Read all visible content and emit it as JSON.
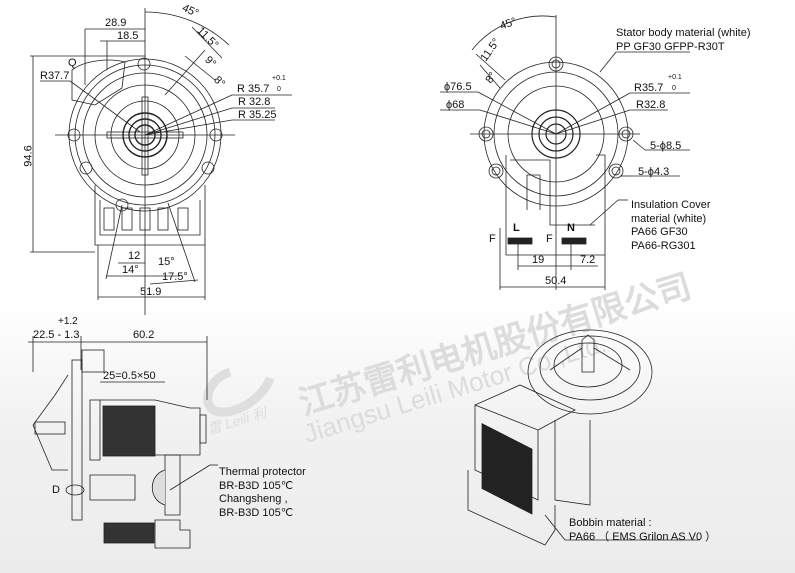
{
  "watermark": {
    "company_cn": "江苏雷利电机股份有限公司",
    "company_en": "Jiangsu Leili Motor Co.,Ltd.",
    "logo_text": "雷 Leili 利"
  },
  "front_view_left": {
    "dims": {
      "width_top": "28.9",
      "width_inner": "18.5",
      "angle_45": "45°",
      "angle_11_5": "11.5°",
      "angle_9": "9°",
      "angle_8": "8°",
      "label_q": "Q",
      "r37_7": "R37.7",
      "r35_7": "R 35.7",
      "r35_7_tol_upper": "+0.1",
      "r35_7_tol_lower": "0",
      "r32_8": "R 32.8",
      "r35_25": "R 35.25",
      "height": "94.6",
      "w12": "12",
      "a14": "14°",
      "a15": "15°",
      "a17_5": "17.5°",
      "w51_9": "51.9"
    }
  },
  "front_view_right": {
    "dims": {
      "angle_45": "45°",
      "angle_11_5": "11.5°",
      "angle_8": "8°",
      "d76_5": "ϕ76.5",
      "d68": "ϕ68",
      "r35_7": "R35.7",
      "r35_7_tol_upper": "+0.1",
      "r35_7_tol_lower": "0",
      "r32_8": "R32.8",
      "holes_8_5": "5-ϕ8.5",
      "holes_4_3": "5-ϕ4.3",
      "term_l": "L",
      "term_n": "N",
      "f_left": "F",
      "f_right": "F",
      "w19": "19",
      "w7_2": "7.2",
      "w50_4": "50.4"
    },
    "stator_note": [
      "Stator body material (white)",
      "PP GF30 GFPP-R30T"
    ],
    "cover_note": [
      "Insulation Cover",
      "material (white)",
      "PA66 GF30",
      "PA66-RG301"
    ]
  },
  "side_view": {
    "dims": {
      "tol_upper": "+1.2",
      "w22_5": "22.5 - 1.3",
      "w60_2": "60.2",
      "stack": "25=0.5×50",
      "label_d": "D"
    },
    "thermal_note": [
      "Thermal protector",
      "BR-B3D 105℃",
      "Changsheng ,",
      "BR-B3D 105℃"
    ]
  },
  "iso_view": {
    "bobbin_note": [
      "Bobbin material :",
      "PA66 （ EMS Grilon AS V0 ）"
    ]
  }
}
